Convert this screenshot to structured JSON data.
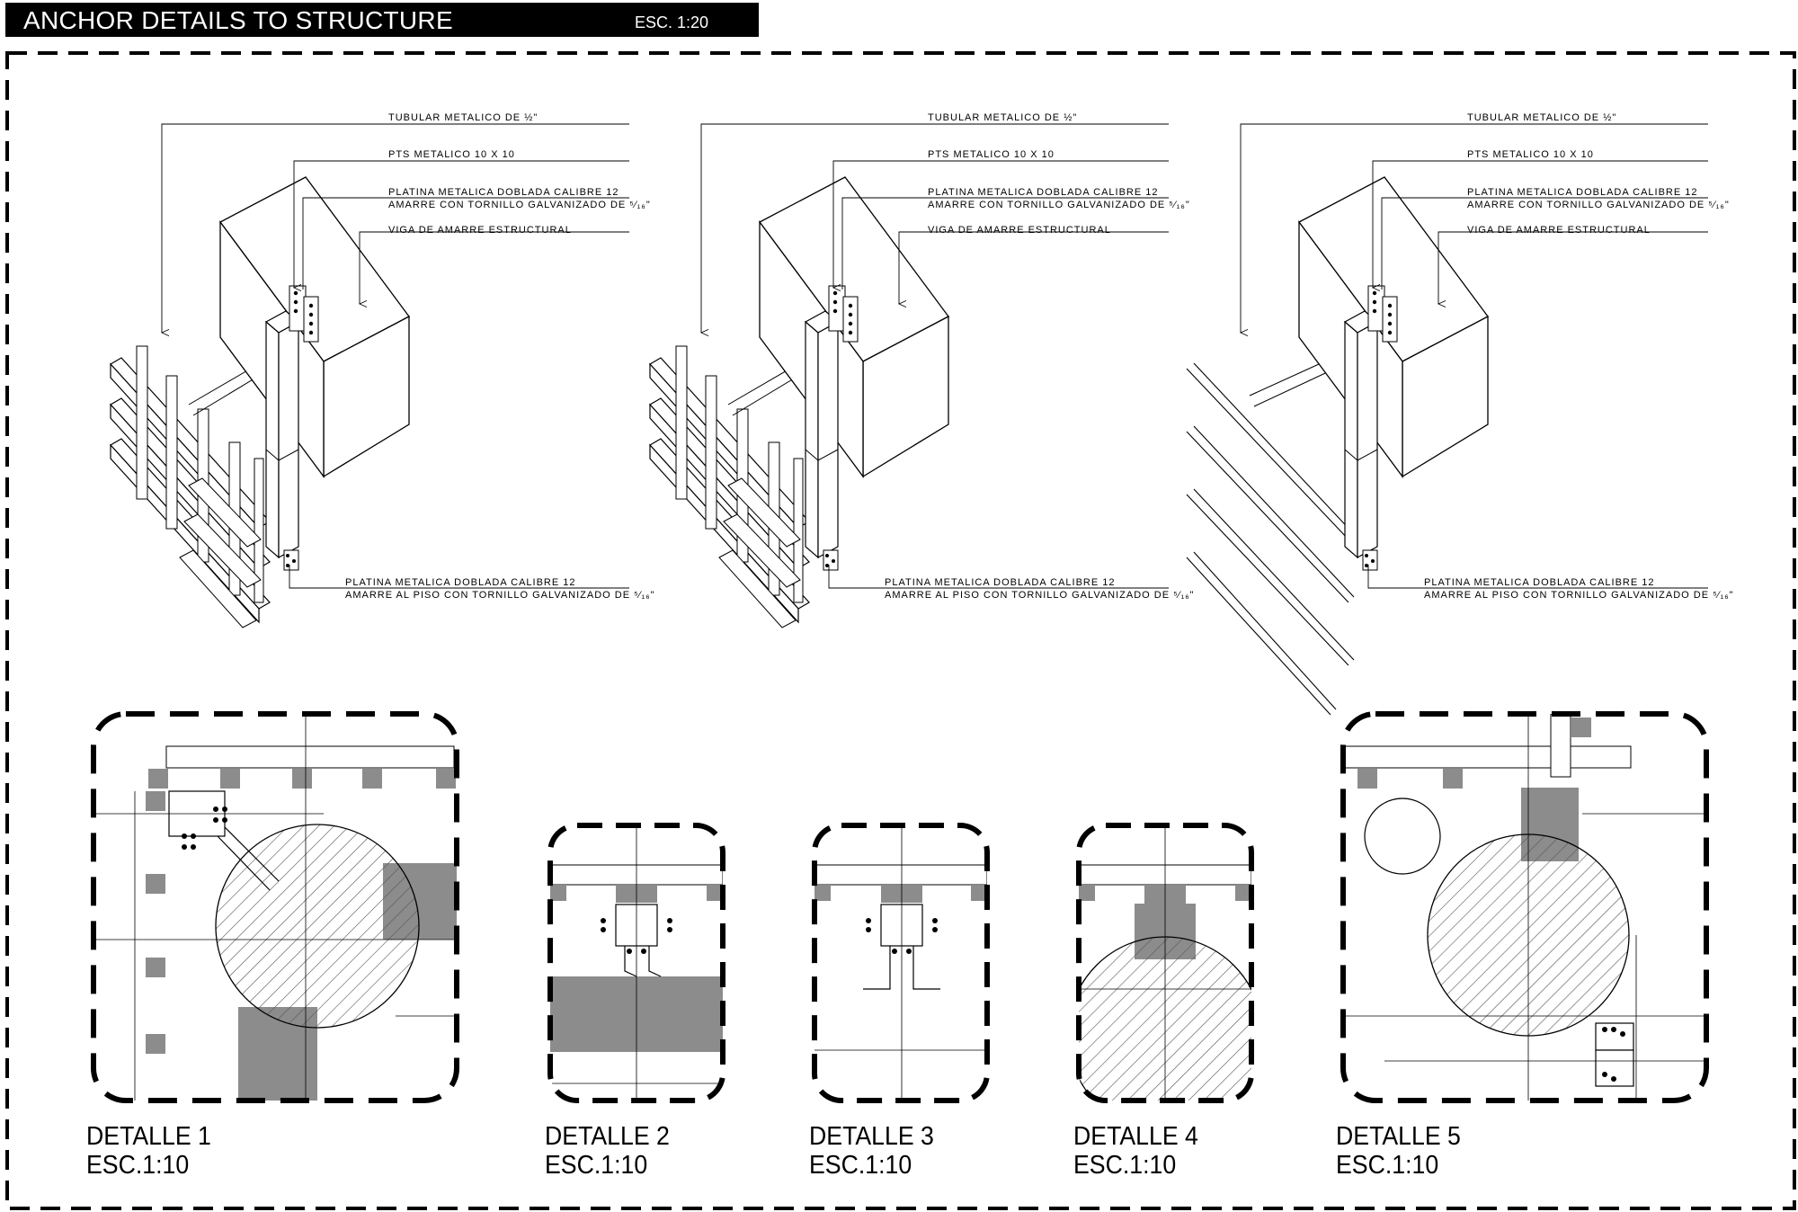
{
  "header": {
    "title": "ANCHOR DETAILS TO STRUCTURE",
    "scale": "ESC. 1:20"
  },
  "iso_labels": {
    "tubular": "TUBULAR METALICO DE ½\"",
    "pts": "PTS METALICO 10 X 10",
    "platina": "PLATINA METALICA DOBLADA CALIBRE 12",
    "amarre": "AMARRE CON TORNILLO GALVANIZADO DE ⁵⁄₁₆\"",
    "viga": "VIGA DE AMARRE ESTRUCTURAL",
    "platina_piso": "PLATINA METALICA DOBLADA CALIBRE 12",
    "amarre_piso": "AMARRE AL PISO CON TORNILLO GALVANIZADO DE ⁵⁄₁₆\""
  },
  "details": [
    {
      "name": "DETALLE 1",
      "scale": "ESC.1:10"
    },
    {
      "name": "DETALLE 2",
      "scale": "ESC.1:10"
    },
    {
      "name": "DETALLE 3",
      "scale": "ESC.1:10"
    },
    {
      "name": "DETALLE 4",
      "scale": "ESC.1:10"
    },
    {
      "name": "DETALLE 5",
      "scale": "ESC.1:10"
    }
  ],
  "colors": {
    "ink": "#000000",
    "fill_gray": "#8c8c8c",
    "hatch": "#555555"
  }
}
